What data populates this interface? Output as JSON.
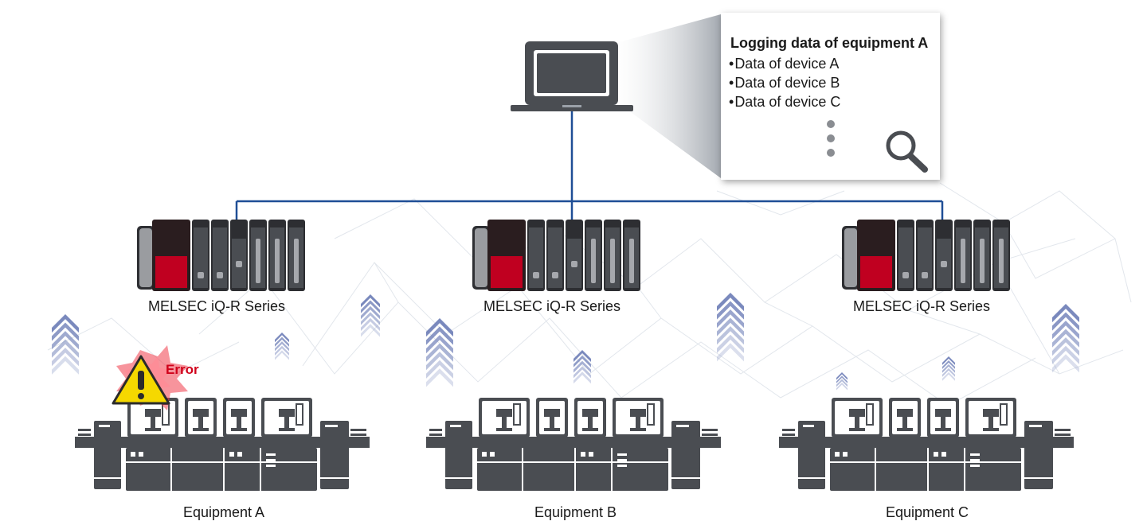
{
  "popup": {
    "title": "Logging data of equipment A",
    "items": [
      "Data of device A",
      "Data of device B",
      "Data of device C"
    ]
  },
  "plcs": [
    {
      "label": "MELSEC iQ-R Series"
    },
    {
      "label": "MELSEC iQ-R Series"
    },
    {
      "label": "MELSEC iQ-R Series"
    }
  ],
  "equipment": [
    {
      "label": "Equipment A"
    },
    {
      "label": "Equipment B"
    },
    {
      "label": "Equipment C"
    }
  ],
  "error": {
    "label": "Error"
  },
  "icons": [
    "laptop-icon",
    "magnifier-icon",
    "plc-rack-icon",
    "warning-icon",
    "equipment-machine-icon",
    "data-upload-arrow-icon"
  ],
  "colors": {
    "network_line": "#1f4e96",
    "plc_red": "#c00020",
    "device_gray": "#4a4d52",
    "arrow_blue": "#7a89bd",
    "error_red": "#d0021b",
    "warning_yellow": "#f5d800"
  }
}
